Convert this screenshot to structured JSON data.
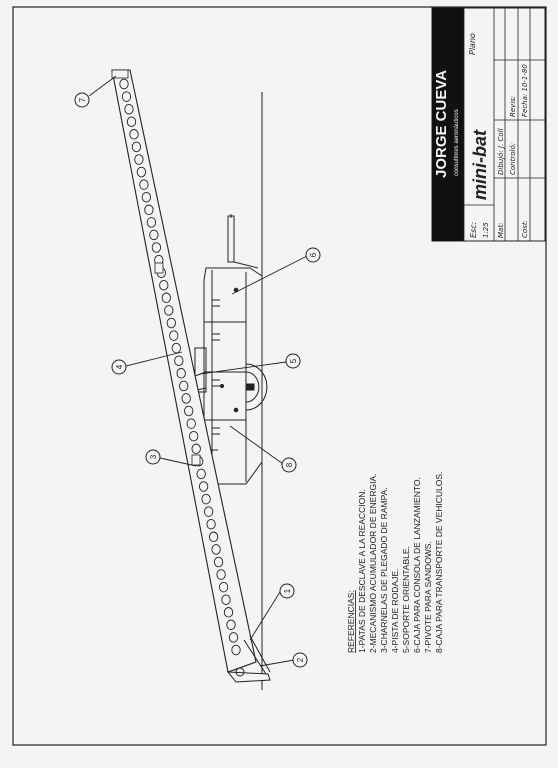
{
  "title_block": {
    "company_name": "JORGE CUEVA",
    "company_tagline": "consultores aeronáuticos",
    "drawing_title": "mini-bat",
    "field_plano": "Plano",
    "field_escala": "Esc:",
    "scale_value": "1:25",
    "field_material": "Mat:",
    "field_dibujo": "Dibujó: J. Coll",
    "field_control": "Controló:",
    "field_costo": "Cost:",
    "field_revis": "Revis:",
    "field_fecha": "Fecha: 10-1-80"
  },
  "references": {
    "heading": "REFERENCIAS:",
    "items": [
      "1-PATAS DE DESCLAVE A LA REACCION.",
      "2-MECANISMO ACUMULADOR DE ENERGIA.",
      "3-CHARNELAS DE PLEGADO DE RAMPA.",
      "4-PISTA DE RODAJE.",
      "5-SOPORTE ORIENTABLE.",
      "6-CAJA PARA CONSOLA DE LANZAMIENTO.",
      "7-PIVOTE PARA SANDOWS.",
      "8-CAJA PARA TRANSPORTE DE VEHICULOS."
    ]
  },
  "callouts": [
    "1",
    "2",
    "3",
    "4",
    "5",
    "6",
    "7",
    "8"
  ],
  "colors": {
    "ink": "#222222",
    "paper": "#f4f4f2",
    "title_bg": "#111111"
  }
}
